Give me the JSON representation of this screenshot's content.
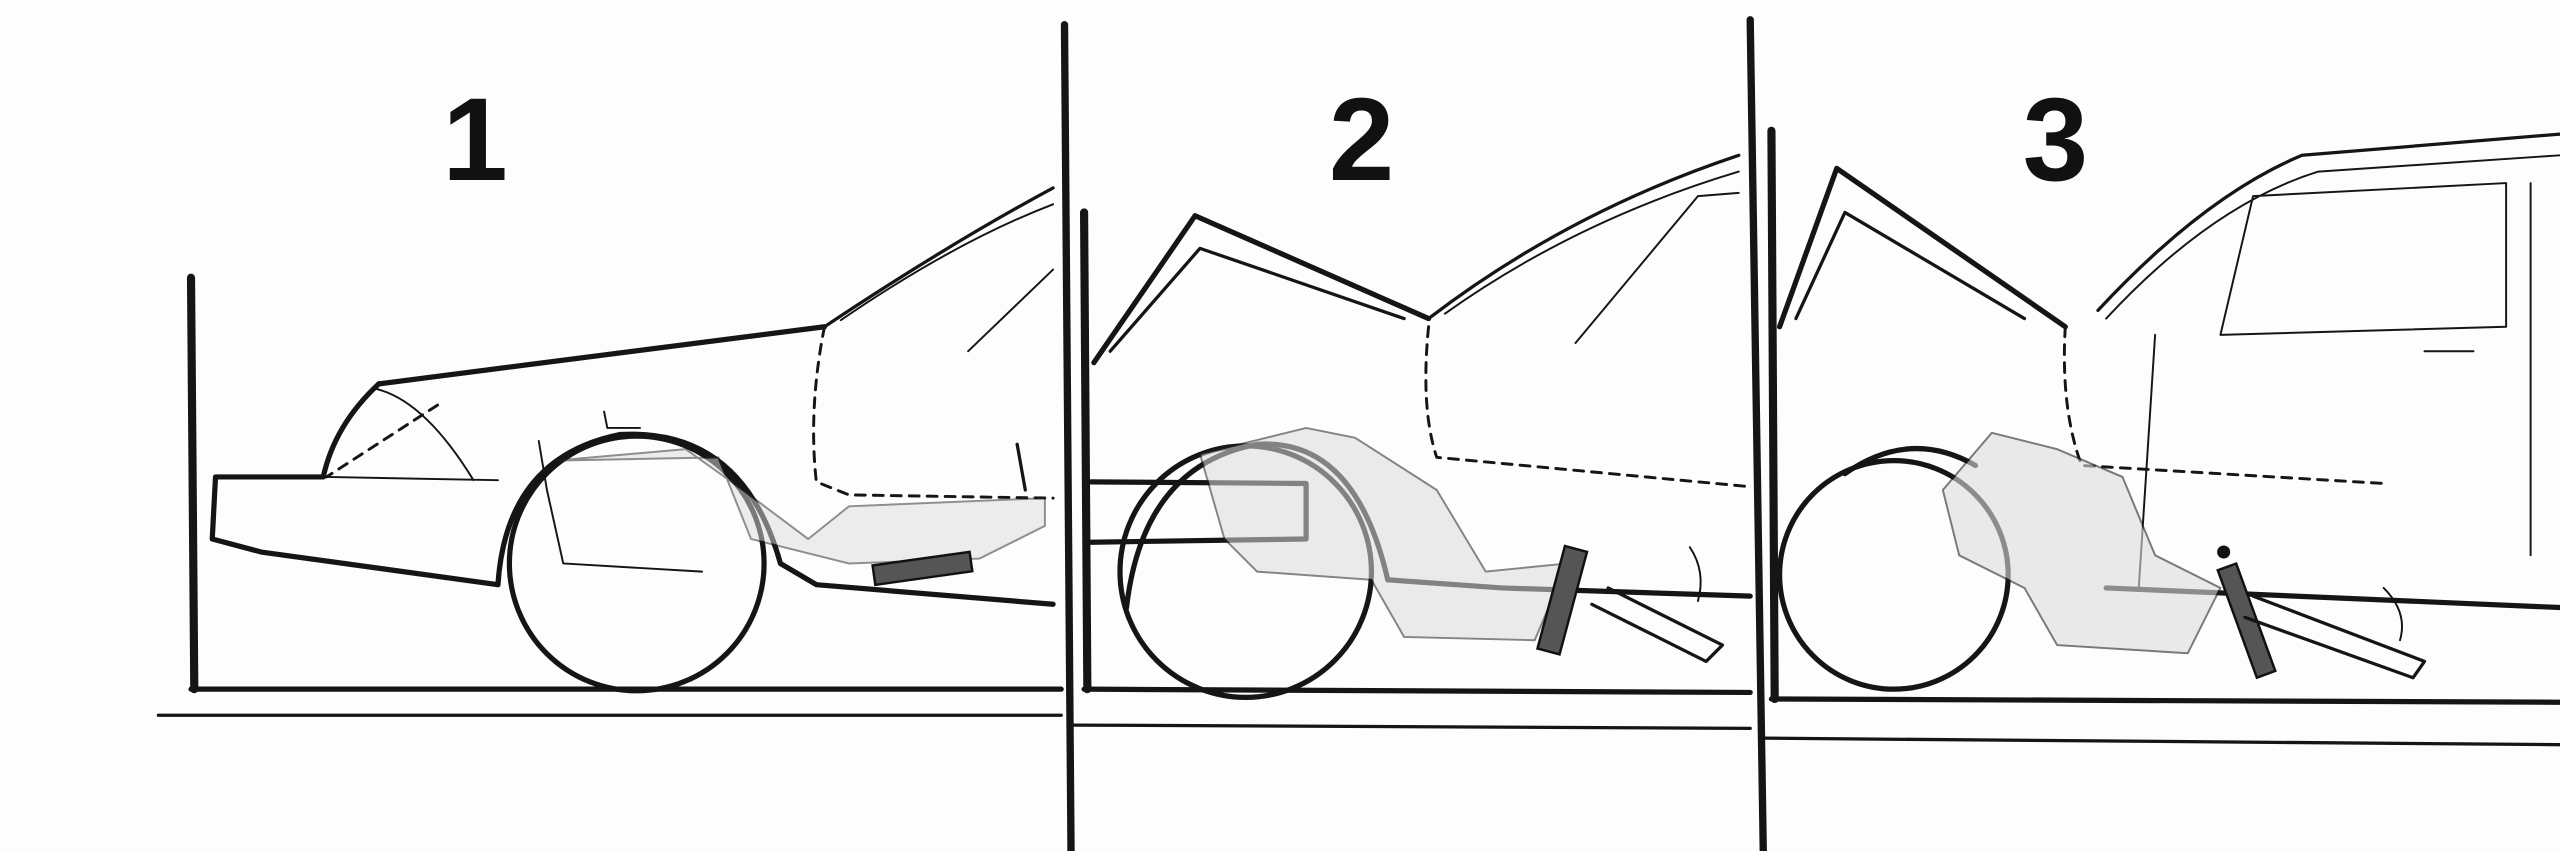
{
  "diagram": {
    "panels": [
      {
        "label": "1"
      },
      {
        "label": "2"
      },
      {
        "label": "3"
      }
    ],
    "colors": {
      "ink": "#151515",
      "paper": "#fdfdfd",
      "shading": "#dcdcdc"
    }
  }
}
